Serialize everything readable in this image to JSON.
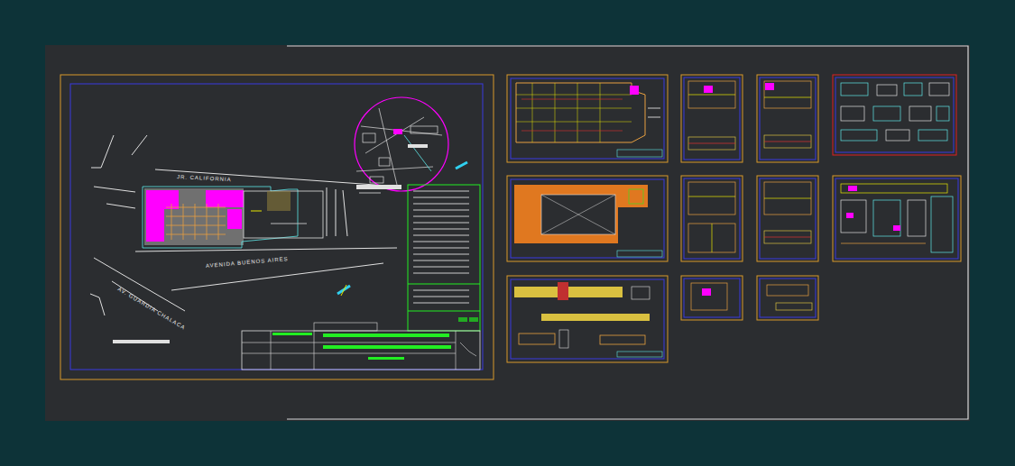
{
  "diagram": {
    "labels": [
      "JR. CALIFORNIA",
      "AVENIDA BUENOS AIRES",
      "AV. GUARDIA CHALACA"
    ]
  }
}
